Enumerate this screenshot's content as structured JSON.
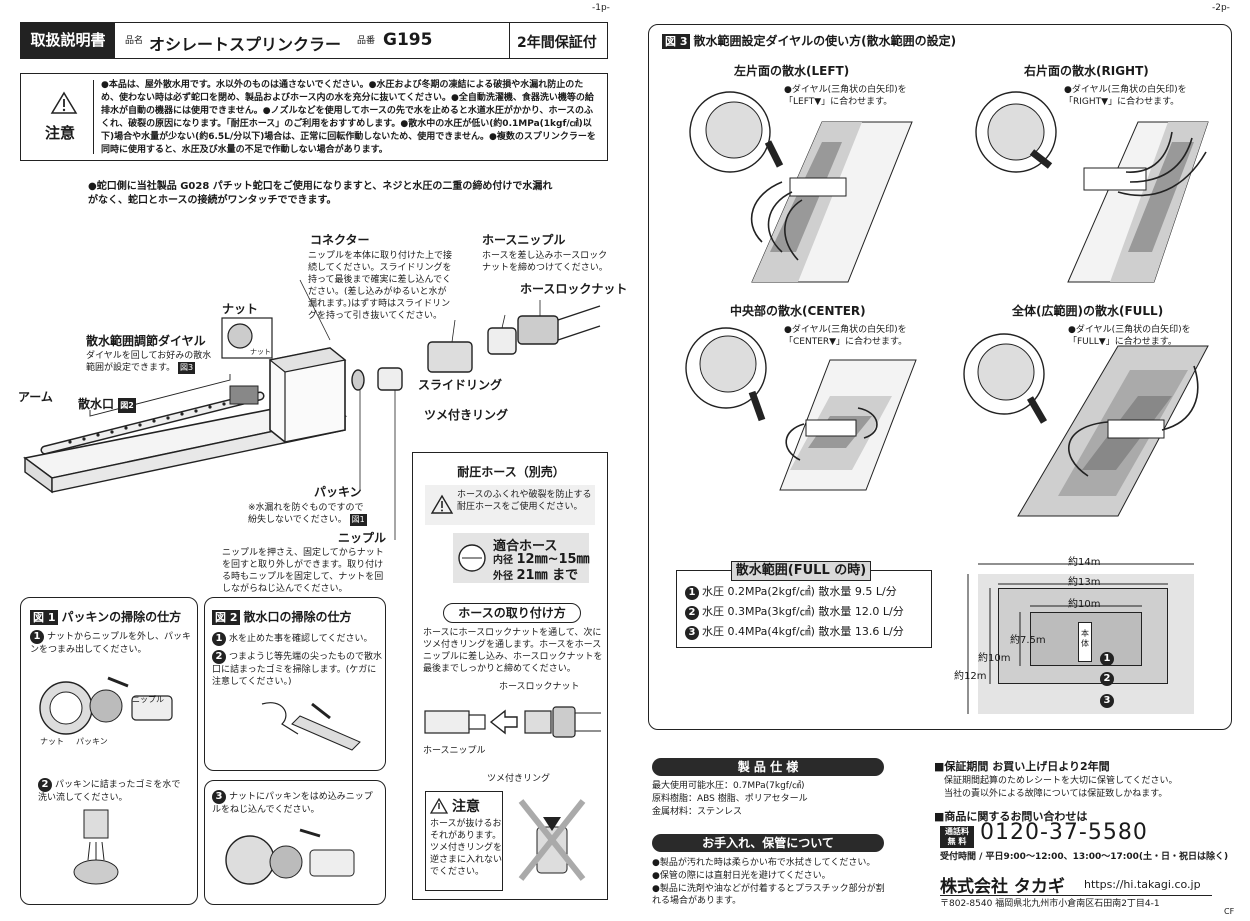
{
  "page_numbers": {
    "left": "-1p-",
    "right": "-2p-",
    "corner": "CF"
  },
  "header": {
    "manual_label": "取扱説明書",
    "name_label": "品名",
    "product_name": "オシレートスプリンクラー",
    "code_label": "品番",
    "product_code": "G195",
    "warranty": "2年間保証付"
  },
  "caution": {
    "label": "注意",
    "text": "●本品は、屋外散水用です。水以外のものは通さないでください。●水圧および冬期の凍結による破損や水漏れ防止のため、使わない時は必ず蛇口を閉め、製品およびホース内の水を充分に抜いてください。●全自動洗濯機、食器洗い機等の給排水が自動の機器には使用できません。●ノズルなどを使用してホースの先で水を止めると水道水圧がかかり、ホースのふくれ、破裂の原因になります。「耐圧ホース」のご利用をおすすめします。●散水中の水圧が低い(約0.1MPa(1kgf/㎠)以下)場合や水量が少ない(約6.5L/分以下)場合は、正常に回転作動しないため、使用できません。●複数のスプリンクラーを同時に使用すると、水圧及び水量の不足で作動しない場合があります。"
  },
  "notice": "●蛇口側に当社製品 G028 パチット蛇口をご使用になりますと、ネジと水圧の二重の締め付けで水漏れがなく、蛇口とホースの接続がワンタッチでできます。",
  "parts": {
    "connector": {
      "title": "コネクター",
      "desc": "ニップルを本体に取り付けた上で接続してください。スライドリングを持って最後まで確実に差し込んでください。(差し込みがゆるいと水が漏れます。)はずす時はスライドリングを持って引き抜いてください。"
    },
    "hose_nipple": {
      "title": "ホースニップル",
      "desc": "ホースを差し込みホースロックナットを締めつけてください。"
    },
    "hose_lock_nut": "ホースロックナット",
    "nut": "ナット",
    "nut_small": "ナット",
    "dial": {
      "title": "散水範囲調節ダイヤル",
      "desc": "ダイヤルを回してお好みの散水範囲が設定できます。",
      "ref": "図3"
    },
    "arm": "アーム",
    "nozzle": {
      "title": "散水口",
      "ref": "図2"
    },
    "slide_ring": "スライドリング",
    "claw_ring": "ツメ付きリング",
    "packing": {
      "title": "パッキン",
      "desc": "※水漏れを防ぐものですので紛失しないでください。",
      "ref": "図1"
    },
    "nipple": {
      "title": "ニップル",
      "desc": "ニップルを押さえ、固定してからナットを回すと取り外しができます。取り付ける時もニップルを固定して、ナットを回しながらねじ込んでください。"
    }
  },
  "hose_panel": {
    "title": "耐圧ホース（別売）",
    "warn": "ホースのふくれや破裂を防止する耐圧ホースをご使用ください。",
    "fit_title": "適合ホース",
    "inner_label": "内径",
    "inner_value": "12㎜~15㎜",
    "outer_label": "外径",
    "outer_value": "21㎜ まで",
    "attach_title": "ホースの取り付け方",
    "attach_text": "ホースにホースロックナットを通して、次にツメ付きリングを通します。ホースをホースニップルに差し込み、ホースロックナットを最後までしっかりと締めてください。",
    "lbl_lock_nut": "ホースロックナット",
    "lbl_nipple": "ホースニップル",
    "lbl_claw": "ツメ付きリング",
    "caution_label": "注意",
    "caution_text": "ホースが抜けるおそれがあります。ツメ付きリングを逆さまに入れないでください。"
  },
  "fig1": {
    "tag": "図 1",
    "title": "パッキンの掃除の仕方",
    "step1": "ナットからニップルを外し、パッキンをつまみ出してください。",
    "step2": "パッキンに詰まったゴミを水で洗い流してください。",
    "step3": "ナットにパッキンをはめ込みニップルをねじ込んでください。",
    "lbl_nut": "ナット",
    "lbl_packing": "パッキン",
    "lbl_nipple": "ニップル"
  },
  "fig2": {
    "tag": "図 2",
    "title": "散水口の掃除の仕方",
    "step1": "水を止めた事を確認してください。",
    "step2": "つまようじ等先端の尖ったもので散水口に詰まったゴミを掃除します。(ケガに注意してください。)"
  },
  "fig3": {
    "tag": "図 3",
    "title": "散水範囲設定ダイヤルの使い方(散水範囲の設定)",
    "panels": [
      {
        "title": "左片面の散水(LEFT)",
        "note": "●ダイヤル(三角状の白矢印)を「LEFT▼」に合わせます。"
      },
      {
        "title": "右片面の散水(RIGHT)",
        "note": "●ダイヤル(三角状の白矢印)を「RIGHT▼」に合わせます。"
      },
      {
        "title": "中央部の散水(CENTER)",
        "note": "●ダイヤル(三角状の白矢印)を「CENTER▼」に合わせます。"
      },
      {
        "title": "全体(広範囲)の散水(FULL)",
        "note": "●ダイヤル(三角状の白矢印)を「FULL▼」に合わせます。"
      }
    ],
    "range_title": "散水範囲(FULL の時)",
    "range_rows": [
      {
        "num": "1",
        "text": "水圧 0.2MPa(2kgf/㎠) 散水量 9.5 L/分"
      },
      {
        "num": "2",
        "text": "水圧 0.3MPa(3kgf/㎠) 散水量 12.0 L/分"
      },
      {
        "num": "3",
        "text": "水圧 0.4MPa(4kgf/㎠) 散水量 13.6 L/分"
      }
    ],
    "dims": {
      "w14": "約14m",
      "w13": "約13m",
      "w10": "約10m",
      "h75": "約7.5m",
      "h10": "約10m",
      "h12": "約12m",
      "body": "本体",
      "n1": "1",
      "n2": "2",
      "n3": "3"
    }
  },
  "specs": {
    "title": "製 品 仕 様",
    "lines": [
      "最大使用可能水圧：0.7MPa(7kgf/㎠)",
      "原料樹脂：ABS 樹脂、ポリアセタール",
      "金属材料：ステンレス"
    ]
  },
  "care": {
    "title": "お手入れ、保管について",
    "lines": [
      "●製品が汚れた時は柔らかい布で水拭きしてください。",
      "●保管の際には直射日光を避けてください。",
      "●製品に洗剤や油などが付着するとプラスチック部分が割れる場合があります。"
    ]
  },
  "warranty": {
    "title": "■保証期間 お買い上げ日より2年間",
    "lines": [
      "保証期間起算のためレシートを大切に保管してください。",
      "当社の責以外による故障については保証致しかねます。"
    ]
  },
  "contact": {
    "title": "■商品に関するお問い合わせは",
    "badge_top": "通話料",
    "badge_bottom": "無 料",
    "phone": "0120-37-5580",
    "hours": "受付時間 / 平日9:00～12:00、13:00～17:00(土・日・祝日は除く)"
  },
  "company": {
    "name": "株式会社 タカギ",
    "url": "https://hi.takagi.co.jp",
    "address": "〒802-8540 福岡県北九州市小倉南区石田南2丁目4-1"
  }
}
